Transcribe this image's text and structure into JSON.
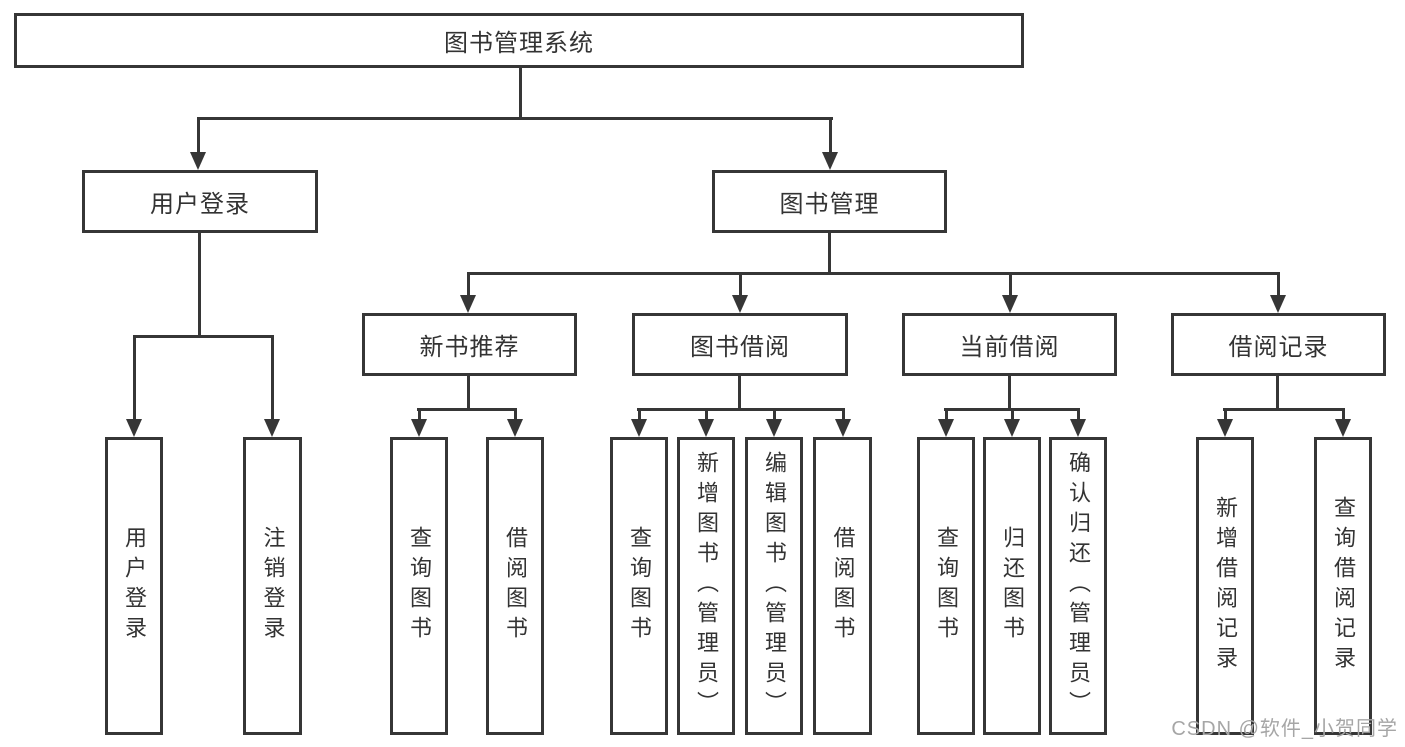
{
  "diagram": {
    "root": "图书管理系统",
    "level2": {
      "user_login": "用户登录",
      "book_management": "图书管理"
    },
    "level3": {
      "new_book_recommend": "新书推荐",
      "book_borrowing": "图书借阅",
      "current_borrowing": "当前借阅",
      "borrowing_records": "借阅记录"
    },
    "leaves": {
      "user_login": {
        "login": "用户登录",
        "logout": "注销登录"
      },
      "new_book_recommend": {
        "query_books": "查询图书",
        "borrow_books": "借阅图书"
      },
      "book_borrowing": {
        "query_books": "查询图书",
        "add_books": "新增图书（管理员）",
        "edit_books": "编辑图书（管理员）",
        "borrow_books": "借阅图书"
      },
      "current_borrowing": {
        "query_books": "查询图书",
        "return_books": "归还图书",
        "confirm_return": "确认归还（管理员）"
      },
      "borrowing_records": {
        "add_record": "新增借阅记录",
        "query_record": "查询借阅记录"
      }
    }
  },
  "colors": {
    "line": "#363636",
    "text": "#333333",
    "watermark": "#a6a6a6",
    "background": "#ffffff"
  },
  "watermark": "CSDN @软件_小贺同学"
}
